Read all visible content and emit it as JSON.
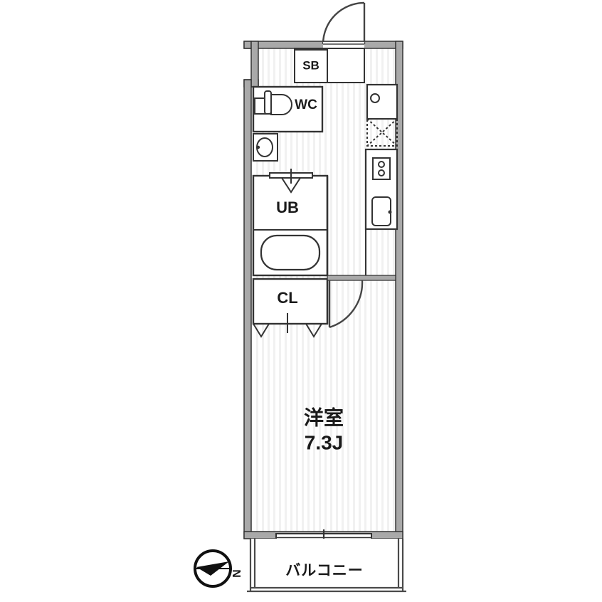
{
  "plan": {
    "title": "1K apartment floor plan",
    "colors": {
      "wall_fill": "#a9a9a9",
      "wall_stroke": "#2b2b2b",
      "line": "#333333",
      "floor_light": "#ffffff",
      "floor_stripe": "#f0f0f0",
      "text": "#1a1a1a",
      "balcony_fill": "#ffffff"
    },
    "rooms": [
      {
        "key": "shoe_box",
        "label": "SB",
        "name": "shoe-box"
      },
      {
        "key": "toilet",
        "label": "WC",
        "name": "toilet"
      },
      {
        "key": "unit_bath",
        "label": "UB",
        "name": "unit-bath"
      },
      {
        "key": "closet",
        "label": "CL",
        "name": "closet"
      },
      {
        "key": "main_room",
        "label": "洋室",
        "name": "western-room"
      },
      {
        "key": "balcony",
        "label": "バルコニー",
        "name": "balcony"
      }
    ],
    "main_room": {
      "label": "洋室",
      "area": "7.3J"
    },
    "balcony": {
      "label": "バルコニー"
    },
    "compass": {
      "label": "N",
      "direction": "north-west"
    },
    "fixtures": [
      {
        "name": "toilet-fixture",
        "room": "WC"
      },
      {
        "name": "washbasin",
        "room": "hallway"
      },
      {
        "name": "bathtub",
        "room": "UB"
      },
      {
        "name": "washing-machine-space",
        "room": "kitchen"
      },
      {
        "name": "stove-two-burner",
        "room": "kitchen"
      },
      {
        "name": "sink",
        "room": "kitchen"
      },
      {
        "name": "refrigerator-space",
        "room": "kitchen"
      }
    ],
    "doors": [
      {
        "name": "entrance-door",
        "type": "swing-out"
      },
      {
        "name": "room-door",
        "type": "swing-in"
      },
      {
        "name": "unit-bath-door",
        "type": "folding"
      },
      {
        "name": "closet-door",
        "type": "folding"
      },
      {
        "name": "balcony-sliding-door",
        "type": "sliding"
      }
    ]
  }
}
